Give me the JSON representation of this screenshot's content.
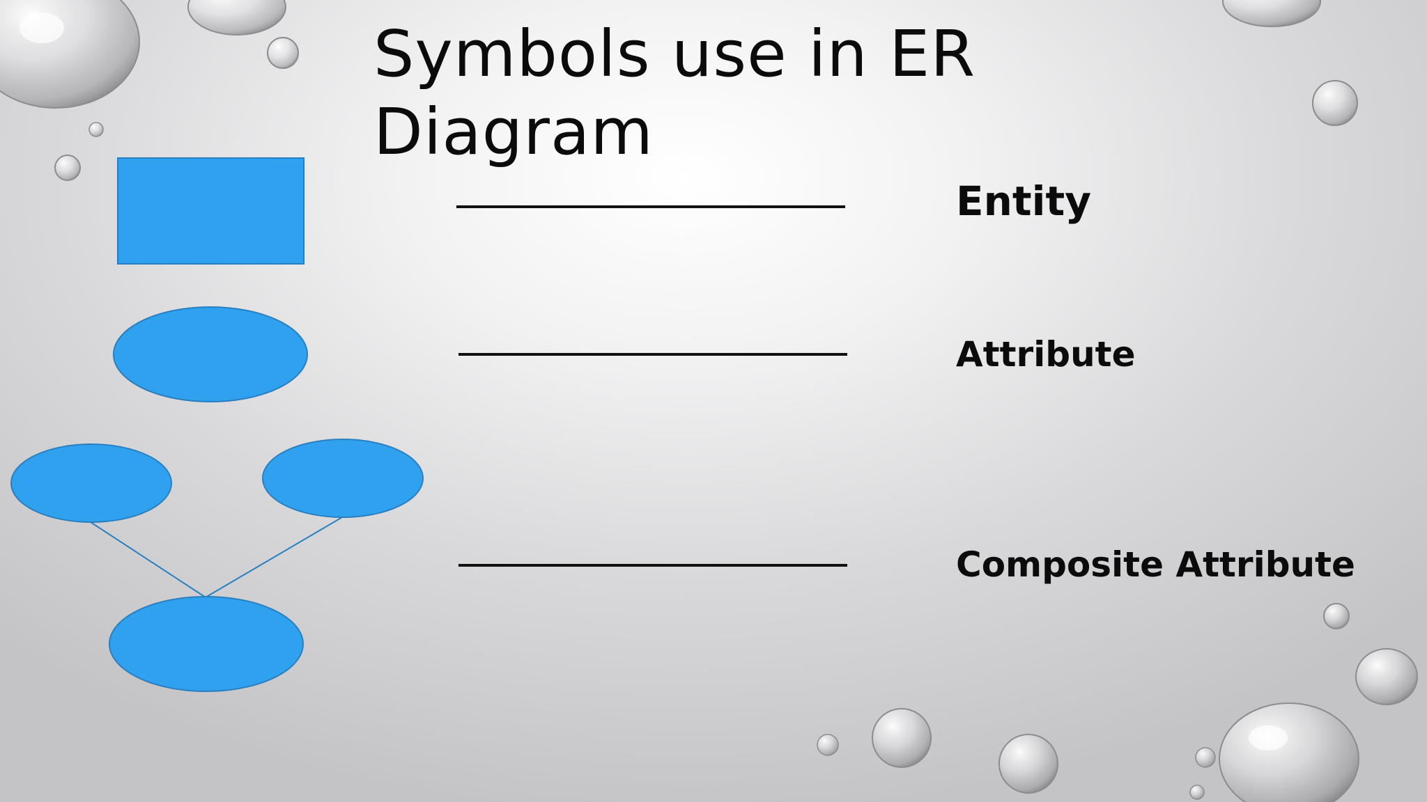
{
  "slide": {
    "title": "Symbols use in ER Diagram"
  },
  "symbols": [
    {
      "id": "entity",
      "label": "Entity",
      "shape": "rectangle"
    },
    {
      "id": "attribute",
      "label": "Attribute",
      "shape": "ellipse"
    },
    {
      "id": "composite",
      "label": "Composite Attribute",
      "shape": "connected-ellipses"
    }
  ],
  "colors": {
    "shape_fill": "#2fa1ee",
    "shape_stroke": "#2a7fc0",
    "connector_line": "#111111",
    "text": "#0b0b0b"
  }
}
